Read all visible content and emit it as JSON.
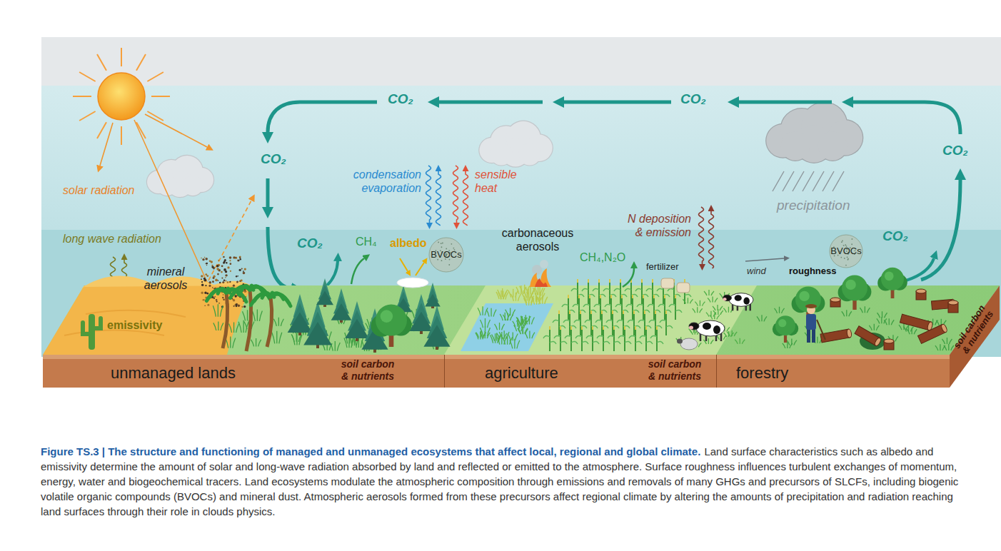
{
  "diagram": {
    "title": "Figure TS.3 | The structure and functioning of managed and unmanaged ecosystems that affect local, regional and global climate.",
    "caption": "Land surface characteristics such as albedo and emissivity determine the amount of solar and long-wave radiation absorbed by land and reflected or emitted to the atmosphere. Surface roughness influences turbulent exchanges of momentum, energy, water and biogeochemical tracers. Land ecosystems modulate the atmospheric composition through emissions and removals of many GHGs and precursors of SLCFs, including biogenic volatile organic compounds (BVOCs) and mineral dust. Atmospheric aerosols formed from these precursors affect regional climate by altering the amounts of precipitation and radiation reaching land surfaces through their role in clouds physics.",
    "nodes": [
      {
        "text": [
          "unmanaged lands"
        ]
      },
      {
        "text": [
          "agriculture"
        ]
      },
      {
        "text": [
          "forestry"
        ]
      }
    ],
    "labels": [
      "CO₂",
      "CO₂",
      "solar radiation",
      "CO₂",
      "condensation evaporation",
      "sensible heat",
      "precipitation",
      "CO₂",
      "N deposition & emission",
      "long wave radiation",
      "CO₂",
      "CH₄",
      "albedo",
      "BVOCs",
      "carbonaceous aerosols",
      "CH₄,N₂O",
      "fertilizer",
      "BVOCs",
      "CO₂",
      "mineral aerosols",
      "wind",
      "roughness",
      "emissivity",
      "soil carbon & nutrients",
      "soil carbon & nutrients",
      "soil carbon & nutrients"
    ]
  }
}
